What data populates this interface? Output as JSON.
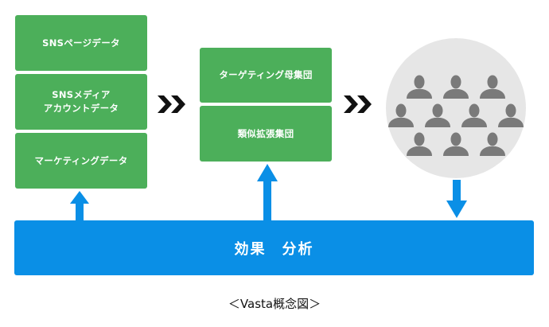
{
  "sources": [
    {
      "label": "SNSページデータ"
    },
    {
      "label_line1": "SNSメディア",
      "label_line2": "アカウントデータ"
    },
    {
      "label": "マーケティングデータ"
    }
  ],
  "targets": [
    {
      "label": "ターゲティング母集団"
    },
    {
      "label": "類似拡張集団"
    }
  ],
  "audience": {
    "icon": "people-group-icon",
    "person_count": 10
  },
  "analysis": {
    "label": "効果　分析"
  },
  "caption": "＜Vasta概念図＞",
  "colors": {
    "green": "#4caf5a",
    "blue": "#0a8fe6",
    "circle": "#e6e6e6",
    "person": "#7a7a7a",
    "chevron": "#111111"
  }
}
